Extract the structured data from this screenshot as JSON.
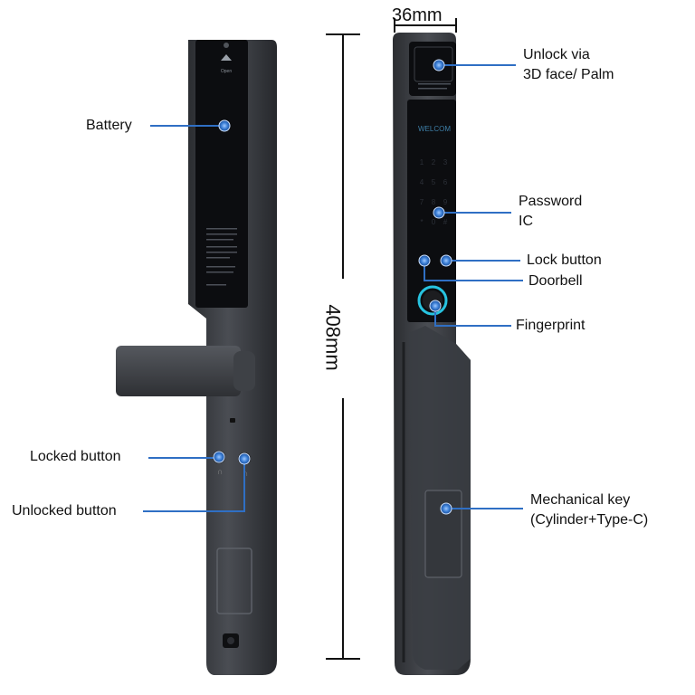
{
  "dimensions": {
    "width_label": "36mm",
    "height_label": "408mm"
  },
  "labels": {
    "battery": "Battery",
    "locked_button": "Locked button",
    "unlocked_button": "Unlocked button",
    "unlock_line1": "Unlock via",
    "unlock_line2": "3D face/ Palm",
    "password_line1": "Password",
    "password_line2": "IC",
    "lock_button": "Lock button",
    "doorbell": "Doorbell",
    "fingerprint": "Fingerprint",
    "mech_line1": "Mechanical key",
    "mech_line2": "(Cylinder+Type-C)"
  },
  "device_text": {
    "welcome": "WELCOM",
    "open": "Open",
    "keypad": [
      "1",
      "2",
      "3",
      "4",
      "5",
      "6",
      "7",
      "8",
      "9",
      "*",
      "0",
      "#"
    ]
  },
  "colors": {
    "callout": "#2f6fc4",
    "body_dark": "#3a3d42",
    "body_mid": "#55585e",
    "glass": "#0c0d10",
    "ring": "#27c3e0"
  }
}
